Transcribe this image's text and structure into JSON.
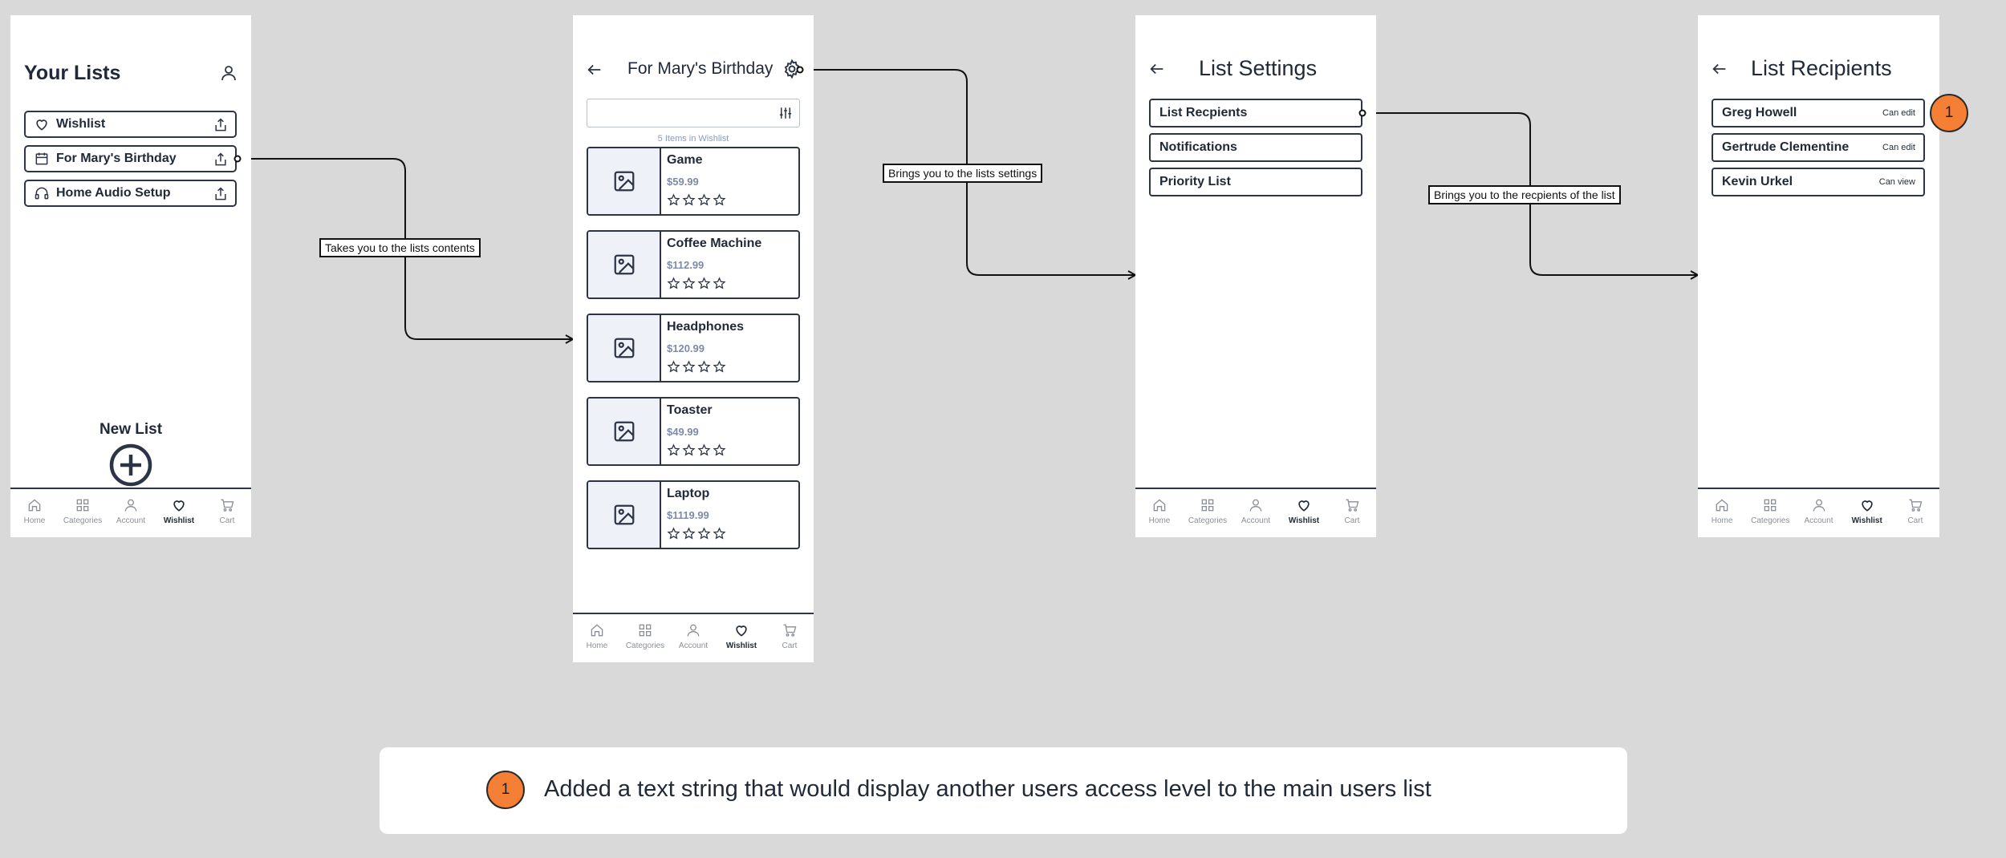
{
  "colors": {
    "accent": "#f47f35",
    "ink": "#2d3446",
    "canvas": "#d9d9d9"
  },
  "nav": [
    {
      "label": "Home",
      "icon": "home-icon"
    },
    {
      "label": "Categories",
      "icon": "grid-icon"
    },
    {
      "label": "Account",
      "icon": "user-icon"
    },
    {
      "label": "Wishlist",
      "icon": "heart-icon"
    },
    {
      "label": "Cart",
      "icon": "cart-icon"
    }
  ],
  "screen1": {
    "title": "Your Lists",
    "lists": [
      {
        "label": "Wishlist",
        "icon": "heart-icon"
      },
      {
        "label": "For Mary's Birthday",
        "icon": "calendar-icon"
      },
      {
        "label": "Home Audio Setup",
        "icon": "headphones-icon"
      }
    ],
    "new_list_label": "New List"
  },
  "screen2": {
    "title": "For Mary's Birthday",
    "count_label": "5 Items in Wishlist",
    "products": [
      {
        "name": "Game",
        "price": "$59.99"
      },
      {
        "name": "Coffee Machine",
        "price": "$112.99"
      },
      {
        "name": "Headphones",
        "price": "$120.99"
      },
      {
        "name": "Toaster",
        "price": "$49.99"
      },
      {
        "name": "Laptop",
        "price": "$1119.99"
      }
    ]
  },
  "screen3": {
    "title": "List Settings",
    "options": [
      "List Recpients",
      "Notifications",
      "Priority List"
    ]
  },
  "screen4": {
    "title": "List Recipients",
    "recipients": [
      {
        "name": "Greg Howell",
        "access": "Can edit"
      },
      {
        "name": "Gertrude Clementine",
        "access": "Can edit"
      },
      {
        "name": "Kevin Urkel",
        "access": "Can view"
      }
    ]
  },
  "callouts": {
    "c1": "Takes you to the lists contents",
    "c2": "Brings you to the lists settings",
    "c3": "Brings you to the recpients of the list"
  },
  "annotation": {
    "number": "1",
    "text": "Added a text string that would display another users access level to the main users list"
  }
}
